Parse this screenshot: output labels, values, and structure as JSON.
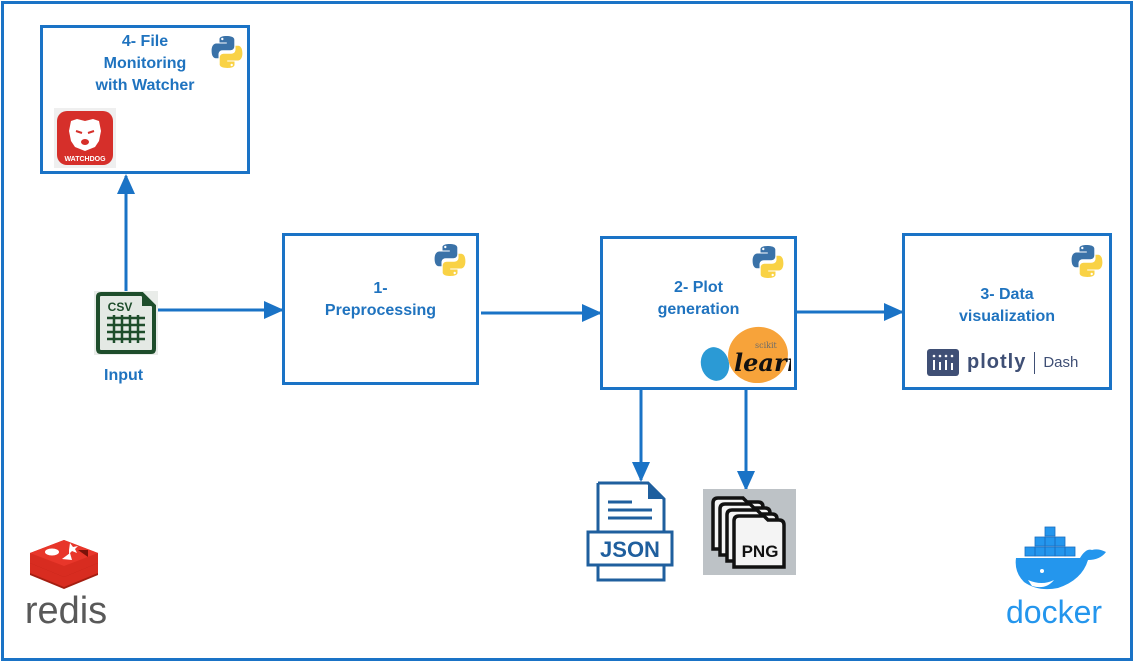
{
  "diagram": {
    "nodes": {
      "watcher": {
        "title_lines": [
          "4- File",
          "Monitoring",
          "with Watcher"
        ],
        "logo": "watchdog-icon",
        "logo_text": "WATCHDOG"
      },
      "preprocessing": {
        "title_lines": [
          "1-",
          "Preprocessing"
        ]
      },
      "plot_generation": {
        "title_lines": [
          "2- Plot",
          "generation"
        ],
        "logo": "scikit-learn-logo",
        "logo_small": "scikit",
        "logo_text": "learn"
      },
      "data_visualization": {
        "title_lines": [
          "3- Data",
          "visualization"
        ],
        "logo": "plotly-dash-logo",
        "logo_text": "plotly",
        "logo_sub": "Dash"
      }
    },
    "input": {
      "icon_text": "CSV",
      "label": "Input"
    },
    "outputs": {
      "json": "JSON",
      "png": "PNG"
    },
    "footer": {
      "left_logo": "redis",
      "right_logo": "docker"
    },
    "edges": [
      {
        "from": "input",
        "to": "watcher"
      },
      {
        "from": "input",
        "to": "preprocessing"
      },
      {
        "from": "preprocessing",
        "to": "plot_generation"
      },
      {
        "from": "plot_generation",
        "to": "data_visualization"
      },
      {
        "from": "plot_generation",
        "to": "json"
      },
      {
        "from": "plot_generation",
        "to": "png"
      }
    ],
    "colors": {
      "accent": "#1a73c6",
      "text": "#1f73bf",
      "redis": "#d82c20",
      "docker": "#2496ed",
      "csv": "#1e4d2b"
    }
  }
}
